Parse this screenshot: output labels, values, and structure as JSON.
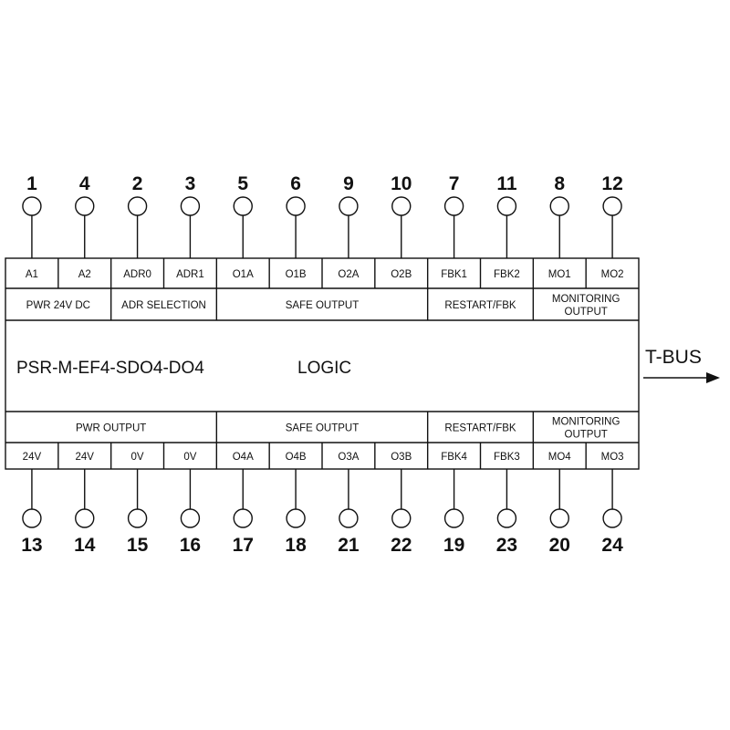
{
  "module": {
    "model_label": "PSR-M-EF4-SDO4-DO4",
    "logic_label": "LOGIC"
  },
  "bus": {
    "label": "T-BUS"
  },
  "top": {
    "terminals": [
      {
        "number": "1",
        "label": "A1"
      },
      {
        "number": "4",
        "label": "A2"
      },
      {
        "number": "2",
        "label": "ADR0"
      },
      {
        "number": "3",
        "label": "ADR1"
      },
      {
        "number": "5",
        "label": "O1A"
      },
      {
        "number": "6",
        "label": "O1B"
      },
      {
        "number": "9",
        "label": "O2A"
      },
      {
        "number": "10",
        "label": "O2B"
      },
      {
        "number": "7",
        "label": "FBK1"
      },
      {
        "number": "11",
        "label": "FBK2"
      },
      {
        "number": "8",
        "label": "MO1"
      },
      {
        "number": "12",
        "label": "MO2"
      }
    ],
    "groups": [
      {
        "lines": [
          "PWR 24V DC"
        ],
        "span": 2
      },
      {
        "lines": [
          "ADR SELECTION"
        ],
        "span": 2
      },
      {
        "lines": [
          "SAFE OUTPUT"
        ],
        "span": 4
      },
      {
        "lines": [
          "RESTART/FBK"
        ],
        "span": 2
      },
      {
        "lines": [
          "MONITORING",
          "OUTPUT"
        ],
        "span": 2
      }
    ]
  },
  "bottom": {
    "terminals": [
      {
        "number": "13",
        "label": "24V"
      },
      {
        "number": "14",
        "label": "24V"
      },
      {
        "number": "15",
        "label": "0V"
      },
      {
        "number": "16",
        "label": "0V"
      },
      {
        "number": "17",
        "label": "O4A"
      },
      {
        "number": "18",
        "label": "O4B"
      },
      {
        "number": "21",
        "label": "O3A"
      },
      {
        "number": "22",
        "label": "O3B"
      },
      {
        "number": "19",
        "label": "FBK4"
      },
      {
        "number": "23",
        "label": "FBK3"
      },
      {
        "number": "20",
        "label": "MO4"
      },
      {
        "number": "24",
        "label": "MO3"
      }
    ],
    "groups": [
      {
        "lines": [
          "PWR OUTPUT"
        ],
        "span": 4
      },
      {
        "lines": [
          "SAFE OUTPUT"
        ],
        "span": 4
      },
      {
        "lines": [
          "RESTART/FBK"
        ],
        "span": 2
      },
      {
        "lines": [
          "MONITORING",
          "OUTPUT"
        ],
        "span": 2
      }
    ]
  }
}
